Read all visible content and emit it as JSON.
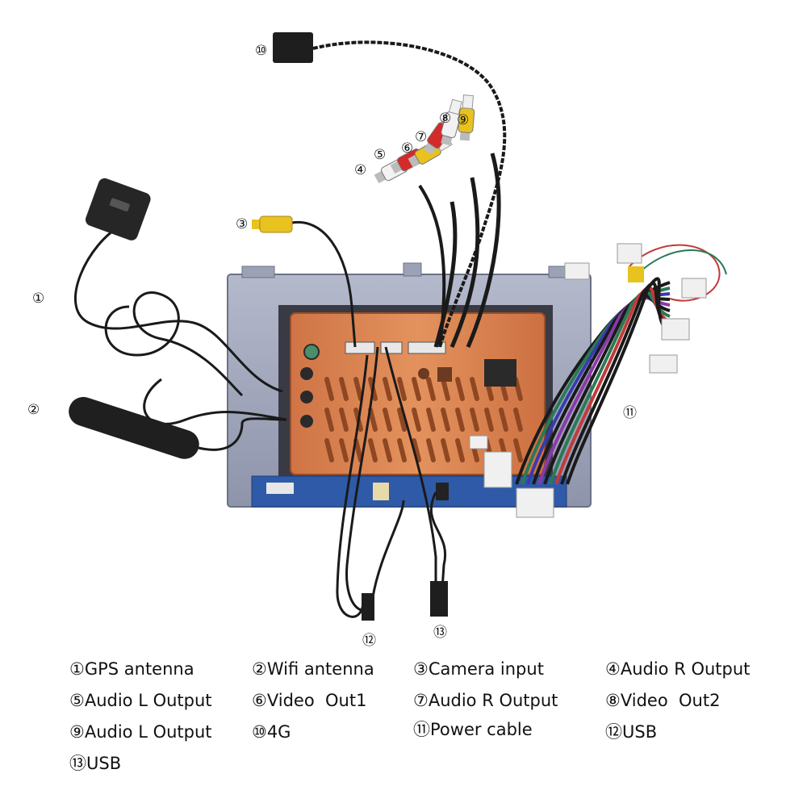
{
  "markers": [
    "①",
    "②",
    "③",
    "④",
    "⑤",
    "⑥",
    "⑦",
    "⑧",
    "⑨",
    "⑩",
    "⑪",
    "⑫",
    "⑬"
  ],
  "legend": [
    "①GPS antenna",
    "②Wifi antenna",
    "③Camera input",
    "④Audio R Output",
    "⑤Audio L Output",
    "⑥Video  Out1",
    "⑦Audio R Output",
    "⑧Video  Out2",
    "⑨Audio L Output",
    "⑩4G",
    "⑪Power cable",
    "⑫USB",
    "⑬USB"
  ],
  "colors": {
    "chassis": "#9aa0b4",
    "board": "#d9814f",
    "pcb": "#2f5aa8",
    "cable": "#1a1a1a",
    "rca_red": "#d42a2a",
    "rca_yellow": "#e8c21e",
    "rca_white": "#f2f2f2"
  }
}
